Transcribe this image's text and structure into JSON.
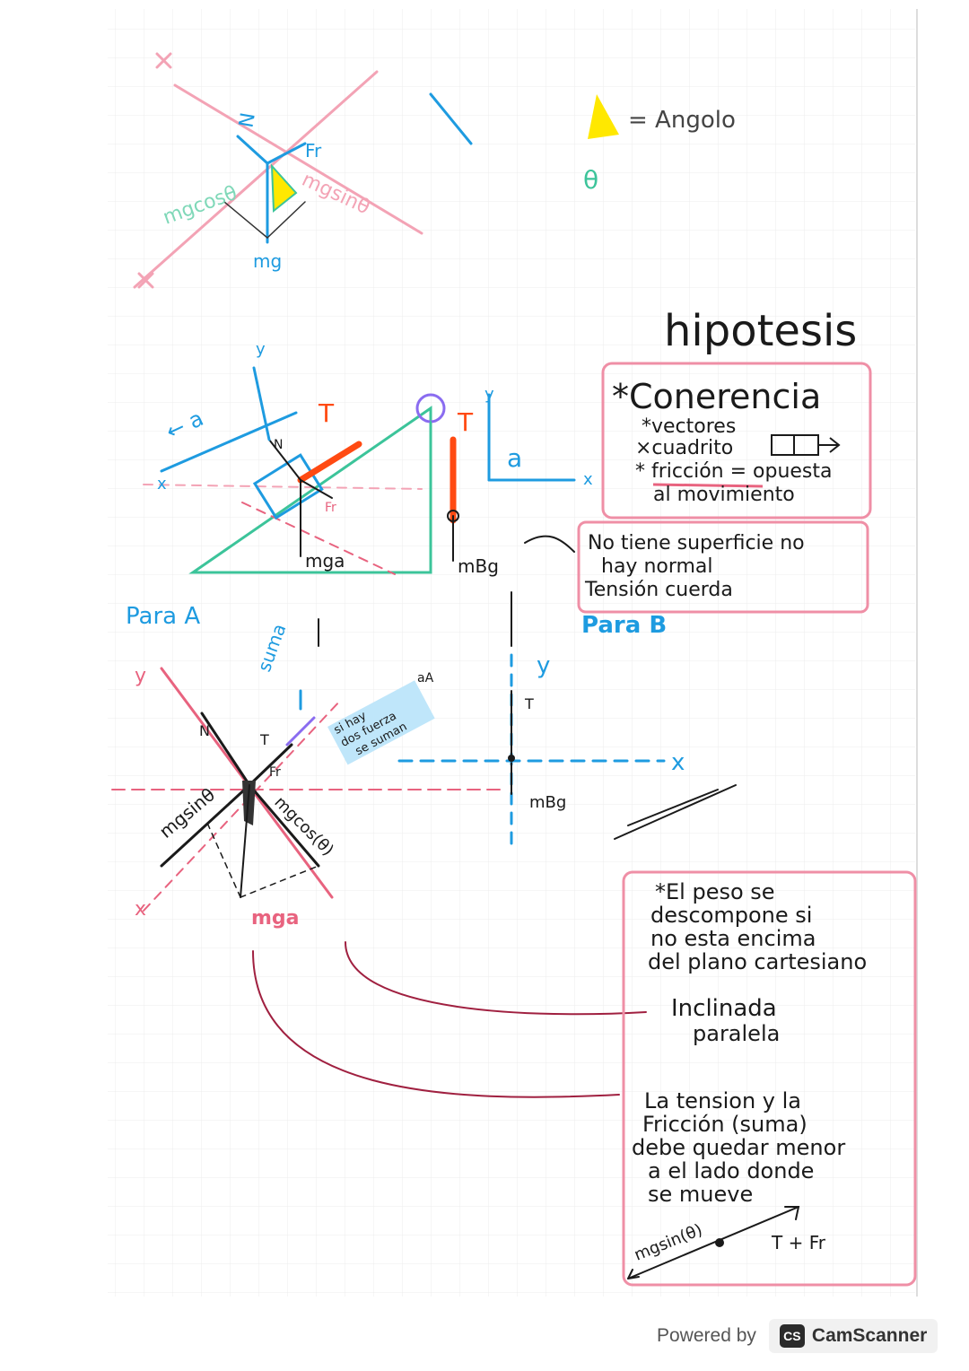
{
  "top_diagram": {
    "normal": "N",
    "friction": "Fr",
    "mg_cos": "mgcosθ",
    "mg_sin": "mgsinθ",
    "weight": "mg"
  },
  "legend": {
    "angle_label": "= Angolo",
    "theta": "θ"
  },
  "title": "hipotesis",
  "hypothesis_box": {
    "heading": "*Conerencia",
    "items": [
      "*vectores",
      "×cuadrito",
      "* fricción = opuesta",
      "al movimiento"
    ]
  },
  "incline_diagram": {
    "accel_a": "← a",
    "tension_left": "T",
    "tension_right": "T",
    "normal": "N",
    "friction": "Fr",
    "weight_a": "mga",
    "weight_b": "mBg",
    "accel_b": "a",
    "axis_x_left": "x",
    "axis_y_left": "y",
    "axis_x_right": "x",
    "axis_y_right": "y"
  },
  "note_box_b": {
    "lines": [
      "No tiene superficie no",
      "hay normal",
      "Tensión cuerda"
    ]
  },
  "para_a": "Para A",
  "para_b": "Para B",
  "fbd_a": {
    "y": "y",
    "x": "x",
    "normal": "N",
    "tension": "T",
    "friction": "Fr",
    "mgsin": "mgsinθ",
    "mgcos": "mgcos(θ)",
    "weight": "mga",
    "suma": "suma",
    "accel": "aA",
    "note": [
      "si hay",
      "dos fuerza",
      "se suman"
    ]
  },
  "fbd_b": {
    "y": "y",
    "x": "x",
    "tension": "T",
    "weight": "mBg"
  },
  "note_box_bottom": {
    "weight_note": [
      "*El peso se",
      "descompone si",
      "no esta encima",
      "del plano cartesiano"
    ],
    "inclined_note": [
      "Inclinada",
      "paralela"
    ],
    "tension_note": [
      "La tension y la",
      "Fricción (suma)",
      "debe quedar menor",
      "a el lado donde",
      "se mueve"
    ],
    "mini_mgsin": "mgsin(θ)",
    "mini_tfr": "T + Fr"
  },
  "footer": {
    "powered_by": "Powered by",
    "logo": "CS",
    "brand": "CamScanner"
  },
  "colors": {
    "pink": "#e8637f",
    "blue": "#1e9be0",
    "black": "#1a1a1a",
    "orange": "#ff4a12",
    "green": "#3cc49a",
    "yellow": "#ffe800",
    "grid": "#e9e9e9"
  }
}
